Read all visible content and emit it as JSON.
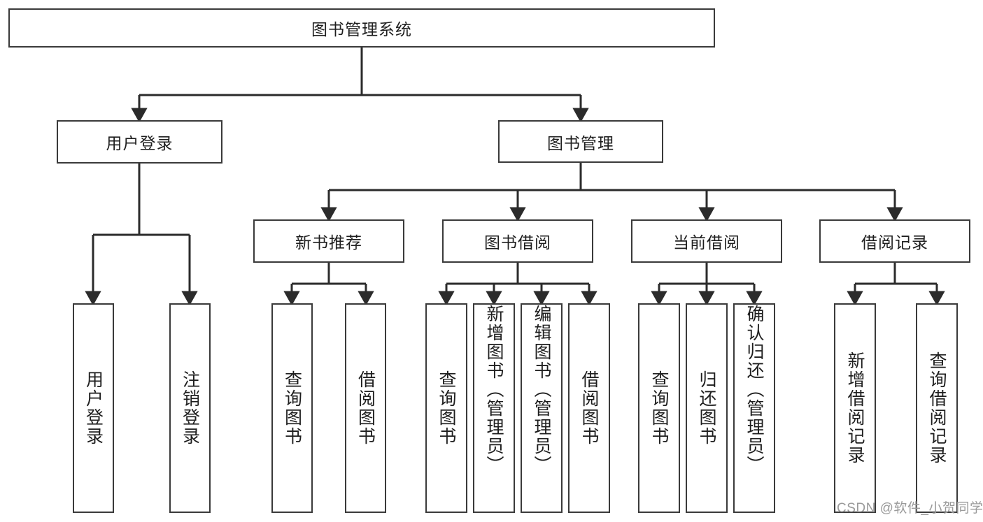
{
  "diagram": {
    "type": "tree-hierarchy",
    "title": "图书管理系统",
    "root": {
      "label": "图书管理系统",
      "orientation": "horizontal"
    },
    "level2": [
      {
        "label": "用户登录",
        "orientation": "horizontal"
      },
      {
        "label": "图书管理",
        "orientation": "horizontal"
      }
    ],
    "level3": [
      {
        "label": "新书推荐",
        "orientation": "horizontal",
        "parent": "图书管理"
      },
      {
        "label": "图书借阅",
        "orientation": "horizontal",
        "parent": "图书管理"
      },
      {
        "label": "当前借阅",
        "orientation": "horizontal",
        "parent": "图书管理"
      },
      {
        "label": "借阅记录",
        "orientation": "horizontal",
        "parent": "图书管理"
      }
    ],
    "leaves": [
      {
        "label": "用户登录",
        "parent": "用户登录",
        "orientation": "vertical",
        "align": "center"
      },
      {
        "label": "注销登录",
        "parent": "用户登录",
        "orientation": "vertical",
        "align": "center"
      },
      {
        "label": "查询图书",
        "parent": "新书推荐",
        "orientation": "vertical",
        "align": "center"
      },
      {
        "label": "借阅图书",
        "parent": "新书推荐",
        "orientation": "vertical",
        "align": "center"
      },
      {
        "label": "查询图书",
        "parent": "图书借阅",
        "orientation": "vertical",
        "align": "center"
      },
      {
        "label": "新增图书（管理员）",
        "parent": "图书借阅",
        "orientation": "vertical",
        "align": "top"
      },
      {
        "label": "编辑图书（管理员）",
        "parent": "图书借阅",
        "orientation": "vertical",
        "align": "top"
      },
      {
        "label": "借阅图书",
        "parent": "图书借阅",
        "orientation": "vertical",
        "align": "center"
      },
      {
        "label": "查询图书",
        "parent": "当前借阅",
        "orientation": "vertical",
        "align": "center"
      },
      {
        "label": "归还图书",
        "parent": "当前借阅",
        "orientation": "vertical",
        "align": "center"
      },
      {
        "label": "确认归还（管理员）",
        "parent": "当前借阅",
        "orientation": "vertical",
        "align": "top"
      },
      {
        "label": "新增借阅记录",
        "parent": "借阅记录",
        "orientation": "vertical",
        "align": "center"
      },
      {
        "label": "查询借阅记录",
        "parent": "借阅记录",
        "orientation": "vertical",
        "align": "center"
      }
    ],
    "colors": {
      "stroke": "#3a3a3a",
      "fill": "#ffffff",
      "text": "#1e1e1e",
      "watermark": "#9a9a9a"
    }
  },
  "watermark": {
    "text": "CSDN @软件_小贺同学"
  }
}
